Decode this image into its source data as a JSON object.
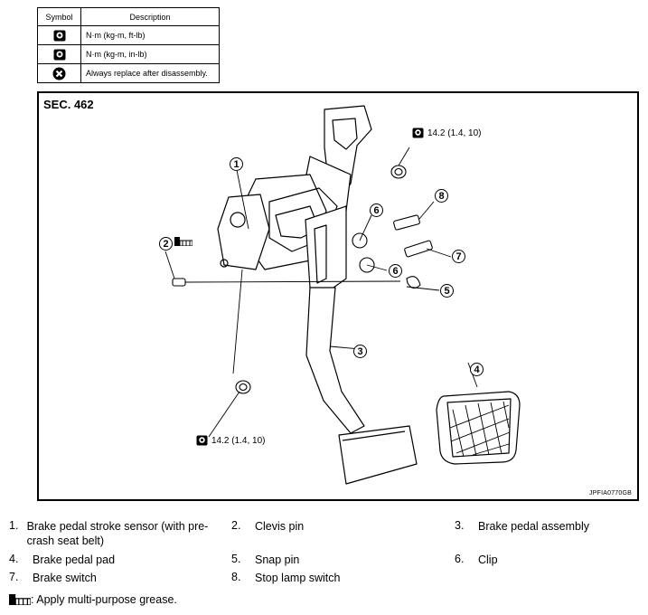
{
  "symbol_table": {
    "header_symbol": "Symbol",
    "header_description": "Description",
    "rows": [
      {
        "icon": "torque-wrench-icon",
        "description": "N·m (kg-m, ft-lb)"
      },
      {
        "icon": "torque-wrench-small-icon",
        "description": "N·m (kg-m, in-lb)"
      },
      {
        "icon": "always-replace-icon",
        "description": "Always replace after disassembly."
      }
    ]
  },
  "figure": {
    "section": "SEC. 462",
    "figure_id": "JPFIA0770GB",
    "torque_top": "14.2 (1.4, 10)",
    "torque_bottom": "14.2 (1.4, 10)",
    "callouts": [
      "1",
      "2",
      "3",
      "4",
      "5",
      "6",
      "6",
      "7",
      "8"
    ]
  },
  "legend": [
    {
      "num": "1.",
      "text": "Brake pedal stroke sensor (with pre-crash seat belt)"
    },
    {
      "num": "2.",
      "text": "Clevis pin"
    },
    {
      "num": "3.",
      "text": "Brake pedal assembly"
    },
    {
      "num": "4.",
      "text": "Brake pedal pad"
    },
    {
      "num": "5.",
      "text": "Snap pin"
    },
    {
      "num": "6.",
      "text": "Clip"
    },
    {
      "num": "7.",
      "text": "Brake switch"
    },
    {
      "num": "8.",
      "text": "Stop lamp switch"
    }
  ],
  "grease_note": ": Apply multi-purpose grease."
}
